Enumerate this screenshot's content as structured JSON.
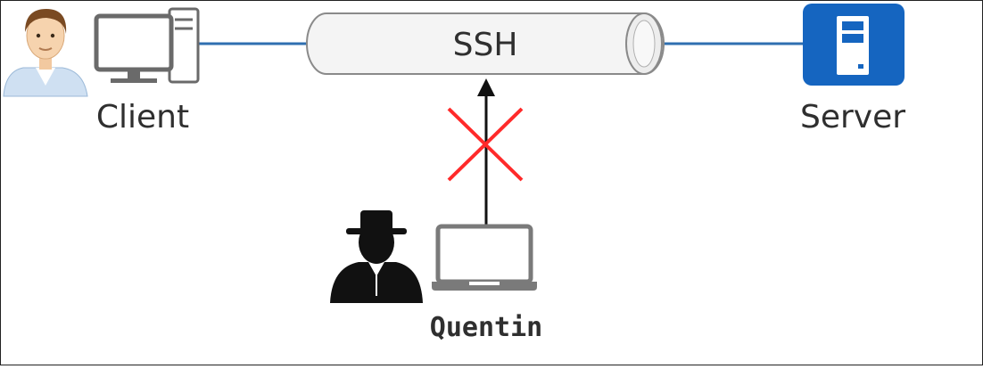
{
  "diagram": {
    "tunnel_label": "SSH",
    "client_label": "Client",
    "server_label": "Server",
    "attacker_label": "Quentin",
    "colors": {
      "link_line": "#2f6fb0",
      "server_fill": "#1565c0",
      "cross": "#ff2a2a",
      "attacker": "#111111"
    }
  }
}
